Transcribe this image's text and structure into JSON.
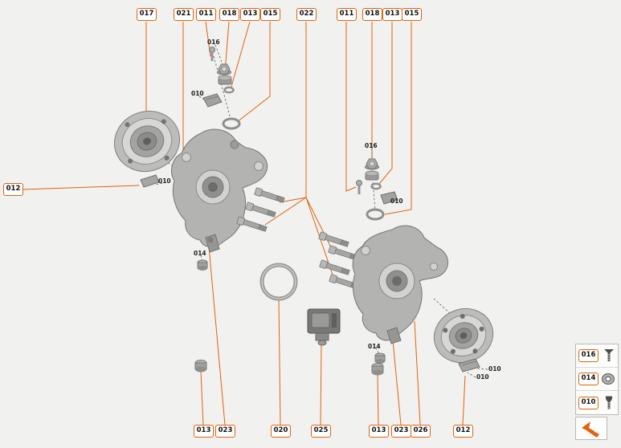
{
  "page": {
    "background": "#f1f1ef",
    "accent": "#e2620d"
  },
  "callouts": {
    "top": [
      {
        "label": "017"
      },
      {
        "label": "021"
      },
      {
        "label": "011"
      },
      {
        "label": "018"
      },
      {
        "label": "013"
      },
      {
        "label": "015"
      },
      {
        "label": "022"
      },
      {
        "label": "011"
      },
      {
        "label": "018"
      },
      {
        "label": "013"
      },
      {
        "label": "015"
      }
    ],
    "left": [
      {
        "label": "012"
      }
    ],
    "bottom": [
      {
        "label": "013"
      },
      {
        "label": "023"
      },
      {
        "label": "020"
      },
      {
        "label": "025"
      },
      {
        "label": "013"
      },
      {
        "label": "023"
      },
      {
        "label": "026"
      },
      {
        "label": "012"
      }
    ]
  },
  "inline_labels": [
    {
      "text": "016"
    },
    {
      "text": "010"
    },
    {
      "text": "010"
    },
    {
      "text": "014"
    },
    {
      "text": "016"
    },
    {
      "text": "010"
    },
    {
      "text": "014"
    },
    {
      "text": "010"
    },
    {
      "text": "010"
    }
  ],
  "legend": {
    "items": [
      {
        "label": "016",
        "icon": "countersunk-screw-icon"
      },
      {
        "label": "014",
        "icon": "washer-icon"
      },
      {
        "label": "010",
        "icon": "bolt-icon"
      }
    ],
    "direction_icon": "direction-arrows-icon"
  }
}
